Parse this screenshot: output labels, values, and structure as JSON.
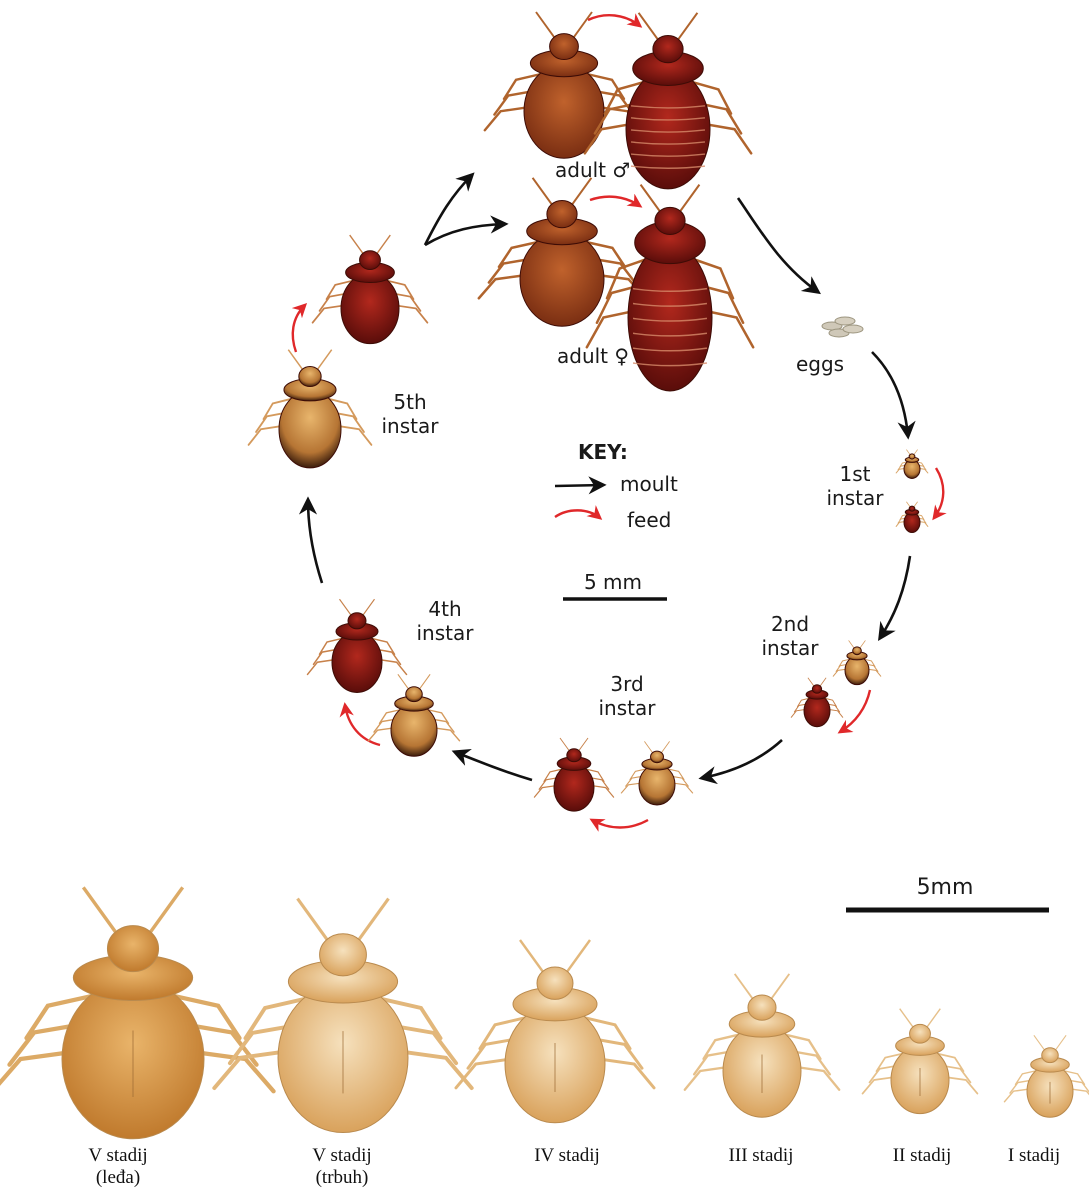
{
  "cycle": {
    "adult_male": "adult ♂",
    "adult_female": "adult ♀",
    "eggs": "eggs",
    "first": [
      "1st",
      "instar"
    ],
    "second": [
      "2nd",
      "instar"
    ],
    "third": [
      "3rd",
      "instar"
    ],
    "fourth": [
      "4th",
      "instar"
    ],
    "fifth": [
      "5th",
      "instar"
    ]
  },
  "key": {
    "title": "KEY:",
    "moult": "moult",
    "feed": "feed",
    "scale": "5 mm"
  },
  "exuviae": {
    "scale": "5mm",
    "captions": [
      [
        "V stadij",
        "(leđa)"
      ],
      [
        "V stadij",
        "(trbuh)"
      ],
      [
        "IV stadij",
        ""
      ],
      [
        "III stadij",
        ""
      ],
      [
        "II stadij",
        ""
      ],
      [
        "I stadij",
        ""
      ]
    ]
  },
  "colors": {
    "moult_arrow": "#111111",
    "feed_arrow": "#e0282a",
    "fed_bug": "#7a1410",
    "unfed_bug": "#a3471d",
    "pale_bug": "#c98a3e",
    "exuvia": "#e8c08a"
  }
}
